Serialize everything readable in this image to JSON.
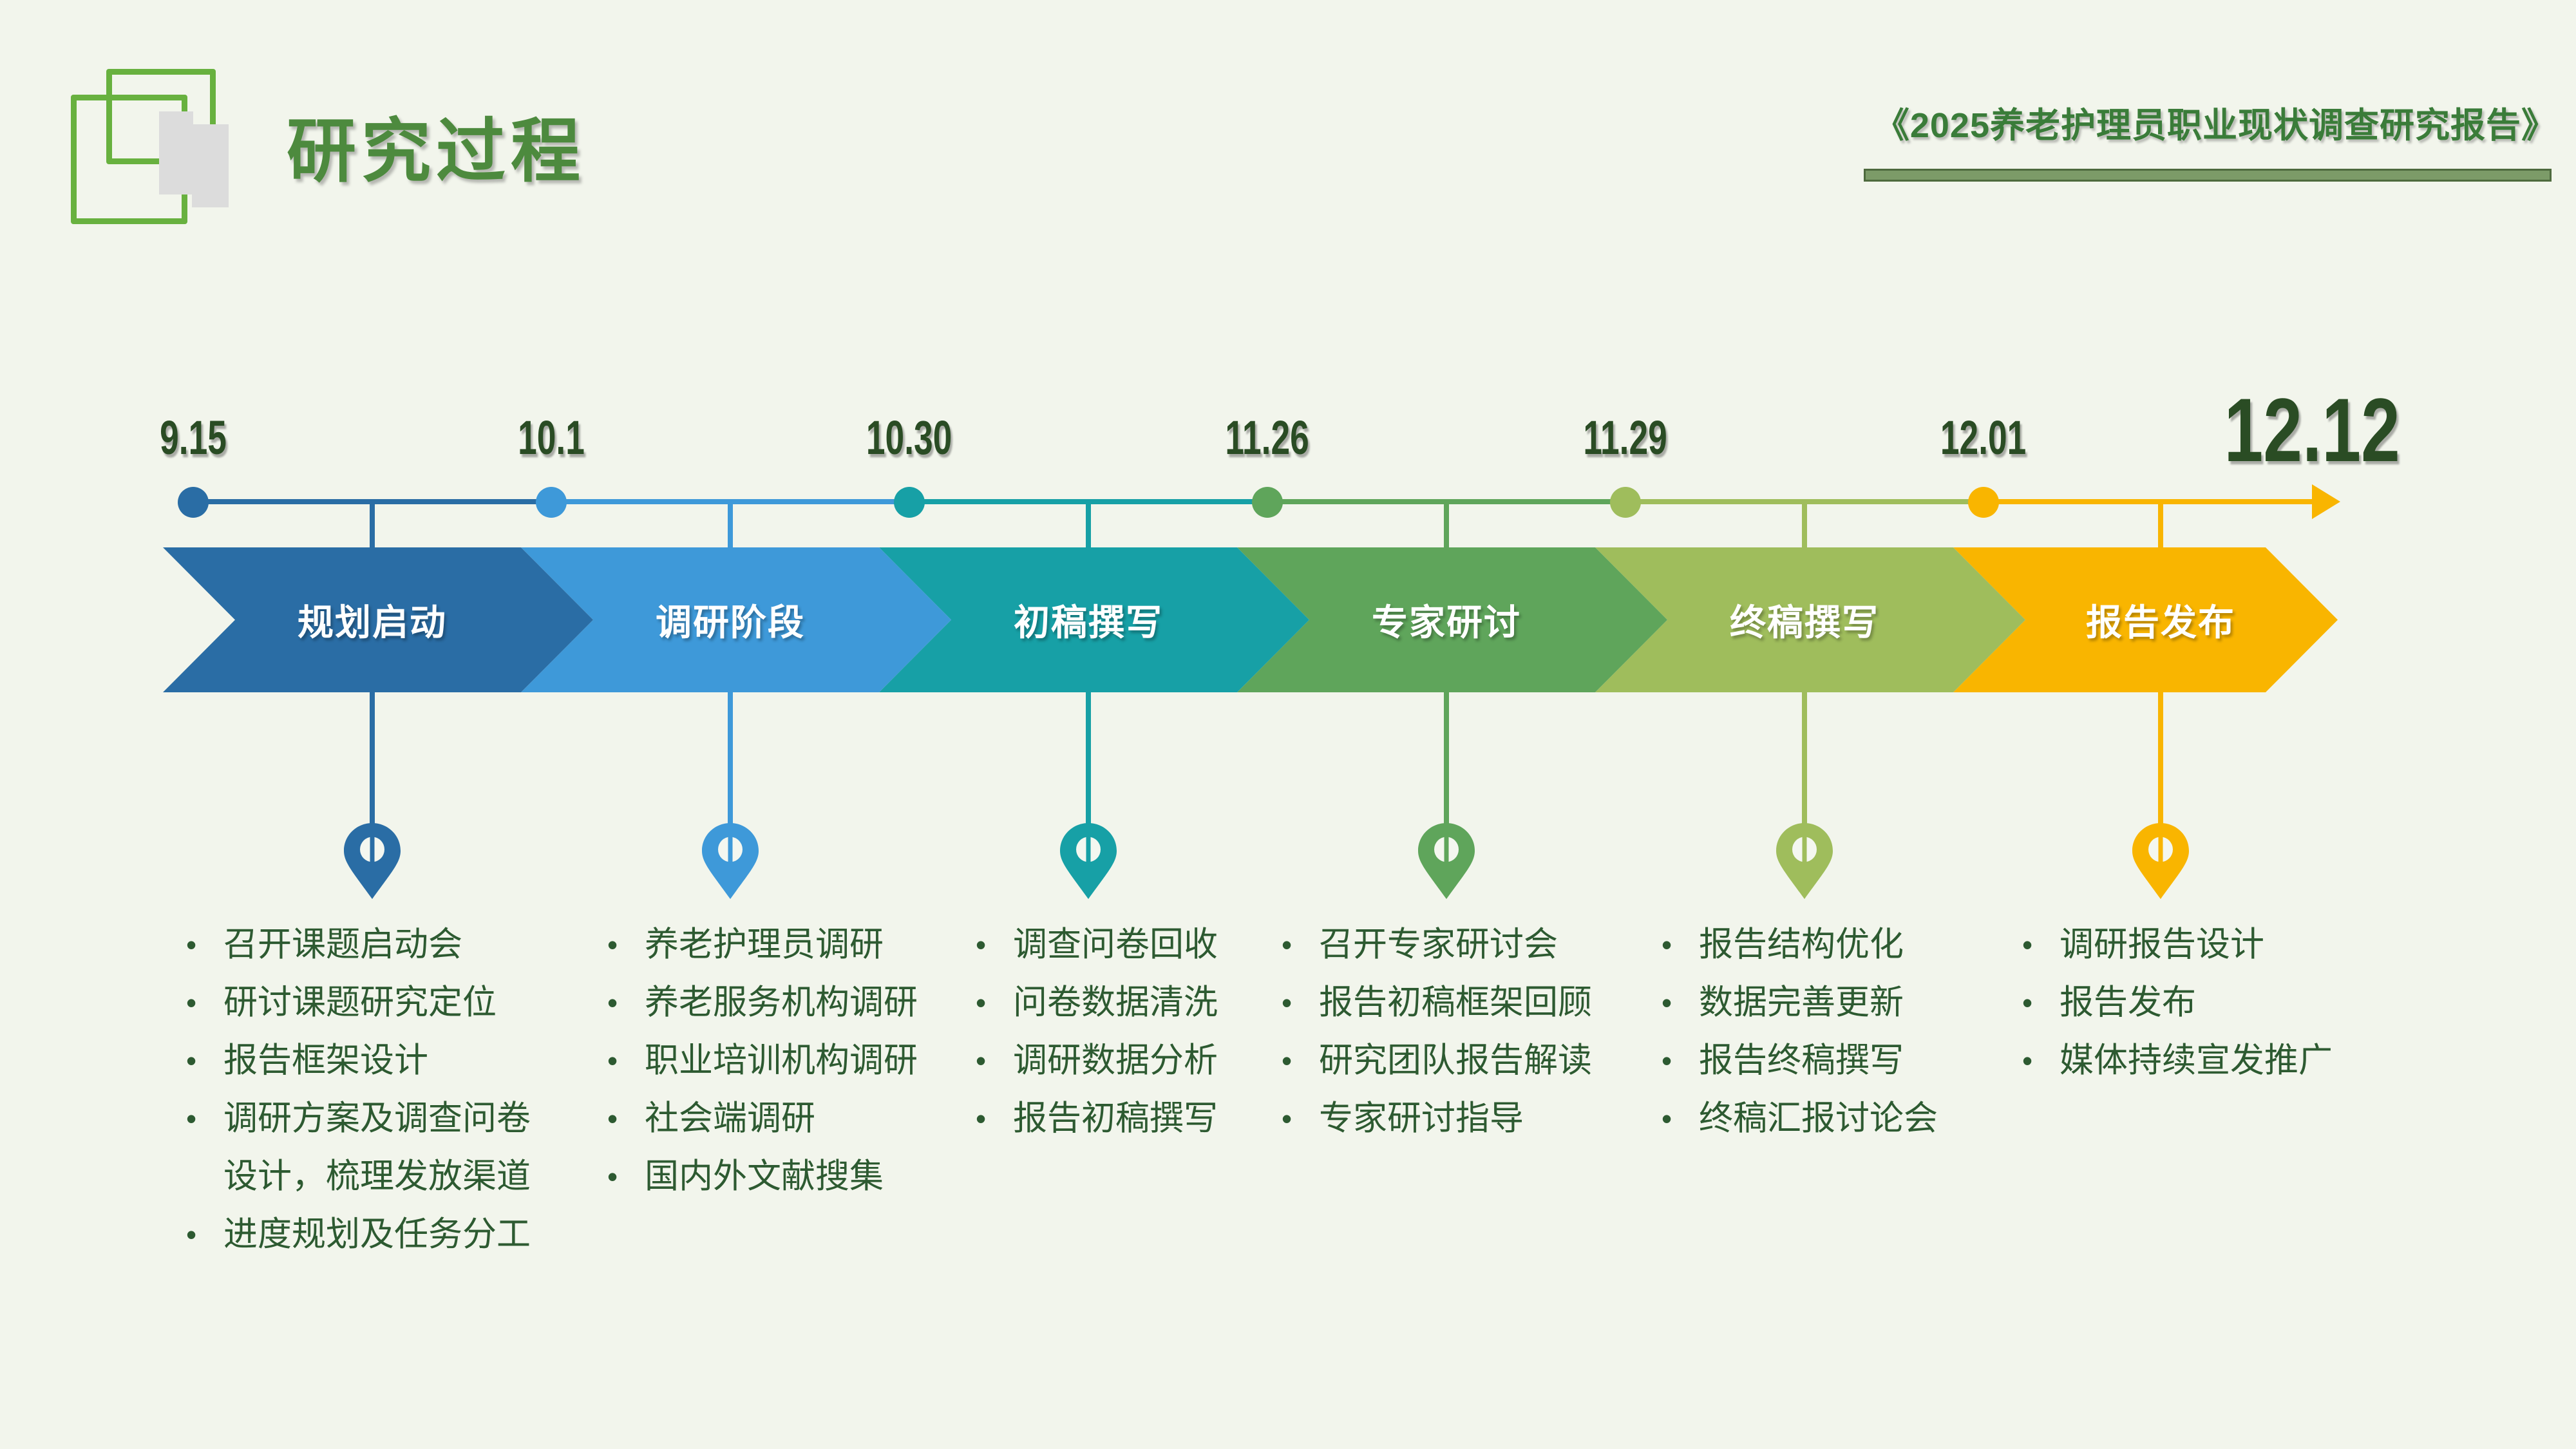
{
  "slide": {
    "background": "#f2f5ec"
  },
  "header": {
    "logo_icon": "overlapping-squares",
    "title": "研究过程",
    "title_color": "#4d8a3e",
    "report_title": "《2025养老护理员职业现状调查研究报告》",
    "report_title_color": "#3a7c39",
    "underline_color": "#7c9b68"
  },
  "timeline": {
    "date_color": "#2a4c24",
    "task_color": "#2d5a31",
    "end_date": "12.12",
    "stages": [
      {
        "date": "9.15",
        "label": "规划启动",
        "color": "#2a6da5",
        "tasks": [
          "召开课题启动会",
          "研讨课题研究定位",
          "报告框架设计",
          "调研方案及调查问卷\n设计，梳理发放渠道",
          "进度规划及任务分工"
        ]
      },
      {
        "date": "10.1",
        "label": "调研阶段",
        "color": "#3e99d9",
        "tasks": [
          "养老护理员调研",
          "养老服务机构调研",
          "职业培训机构调研",
          "社会端调研",
          "国内外文献搜集"
        ]
      },
      {
        "date": "10.30",
        "label": "初稿撰写",
        "color": "#17a0a6",
        "tasks": [
          "调查问卷回收",
          "问卷数据清洗",
          "调研数据分析",
          "报告初稿撰写"
        ]
      },
      {
        "date": "11.26",
        "label": "专家研讨",
        "color": "#5fa55b",
        "tasks": [
          "召开专家研讨会",
          "报告初稿框架回顾",
          "研究团队报告解读",
          "专家研讨指导"
        ]
      },
      {
        "date": "11.29",
        "label": "终稿撰写",
        "color": "#9fbd5c",
        "tasks": [
          "报告结构优化",
          "数据完善更新",
          "报告终稿撰写",
          "终稿汇报讨论会"
        ]
      },
      {
        "date": "12.01",
        "label": "报告发布",
        "color": "#f9b500",
        "tasks": [
          "调研报告设计",
          "报告发布",
          "媒体持续宣发推广"
        ]
      }
    ]
  }
}
